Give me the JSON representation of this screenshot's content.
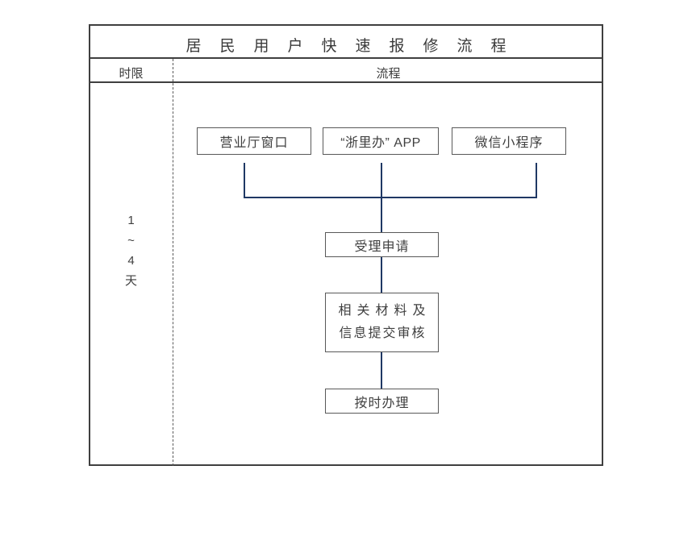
{
  "title": "居民用户快速报修流程",
  "header": {
    "time_limit_label": "时限",
    "process_label": "流程"
  },
  "time_limit": {
    "lines": [
      "1",
      "~",
      "4",
      "天"
    ]
  },
  "channels": [
    {
      "label": "营业厅窗口"
    },
    {
      "label": "“浙里办” APP"
    },
    {
      "label": "微信小程序"
    }
  ],
  "steps": [
    {
      "label": "受理申请"
    },
    {
      "label_line1": "相关材料及",
      "label_line2": "信息提交审核"
    },
    {
      "label": "按时办理"
    }
  ],
  "colors": {
    "connector": "#1f3864",
    "frame_border": "#3f3f3f",
    "node_border": "#595959"
  }
}
